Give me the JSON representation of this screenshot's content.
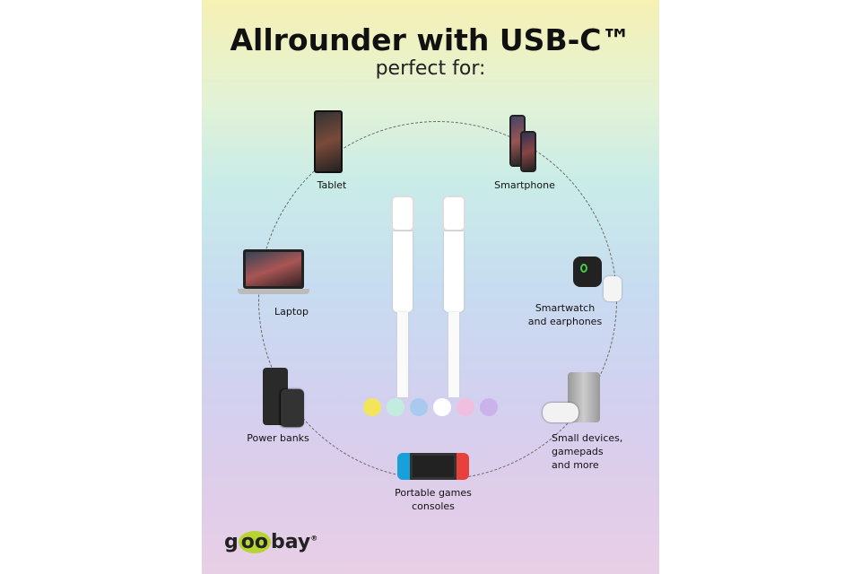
{
  "title": "Allrounder with USB-C™",
  "subtitle": "perfect for:",
  "devices": [
    {
      "label": "Tablet",
      "icon": "tablet-icon"
    },
    {
      "label": "Smartphone",
      "icon": "smartphone-icon"
    },
    {
      "label": "Laptop",
      "icon": "laptop-icon"
    },
    {
      "label": "Smartwatch\nand earphones",
      "icon": "smartwatch-icon"
    },
    {
      "label": "Power banks",
      "icon": "power-bank-icon"
    },
    {
      "label": "Small devices,\ngamepads\nand more",
      "icon": "gamepad-icon"
    },
    {
      "label": "Portable games\nconsoles",
      "icon": "game-console-icon"
    }
  ],
  "color_options": [
    "#f3e55a",
    "#c2ece0",
    "#a9c9ef",
    "#ffffff",
    "#f0bfe0",
    "#c9b3ea"
  ],
  "brand": {
    "pre": "g",
    "mid": "oo",
    "post": "bay",
    "reg": "®"
  }
}
